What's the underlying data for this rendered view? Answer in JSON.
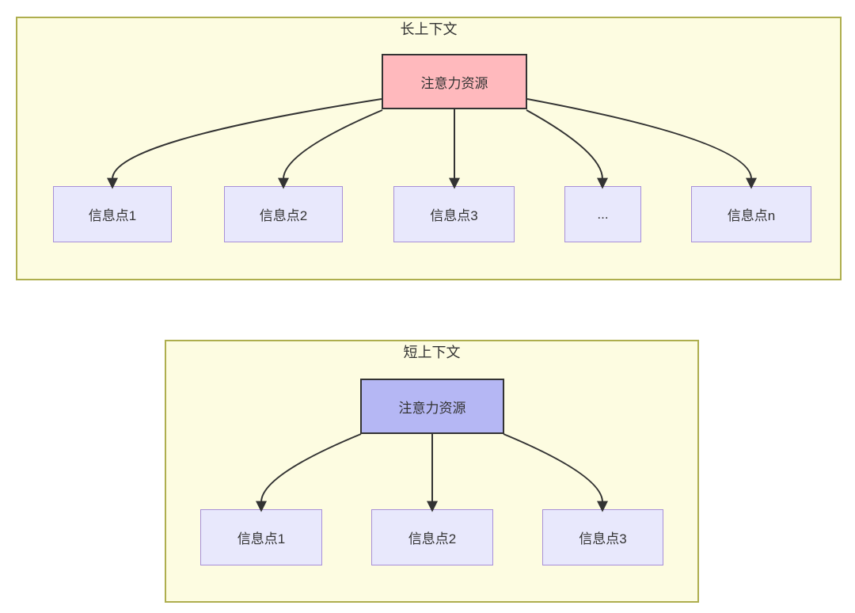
{
  "colors": {
    "page_bg": "#ffffff",
    "panel_bg": "#fdfce1",
    "panel_border": "#aeae4e",
    "attention_long_fill": "#ffb9bd",
    "attention_short_fill": "#b5b7f4",
    "attention_border": "#333333",
    "node_fill": "#e8e8fc",
    "node_border": "#a78fd8",
    "arrow": "#333333",
    "text": "#333333"
  },
  "long_context": {
    "title": "长上下文",
    "attention_label": "注意力资源",
    "nodes": [
      {
        "label": "信息点1"
      },
      {
        "label": "信息点2"
      },
      {
        "label": "信息点3"
      },
      {
        "label": "..."
      },
      {
        "label": "信息点n"
      }
    ]
  },
  "short_context": {
    "title": "短上下文",
    "attention_label": "注意力资源",
    "nodes": [
      {
        "label": "信息点1"
      },
      {
        "label": "信息点2"
      },
      {
        "label": "信息点3"
      }
    ]
  }
}
